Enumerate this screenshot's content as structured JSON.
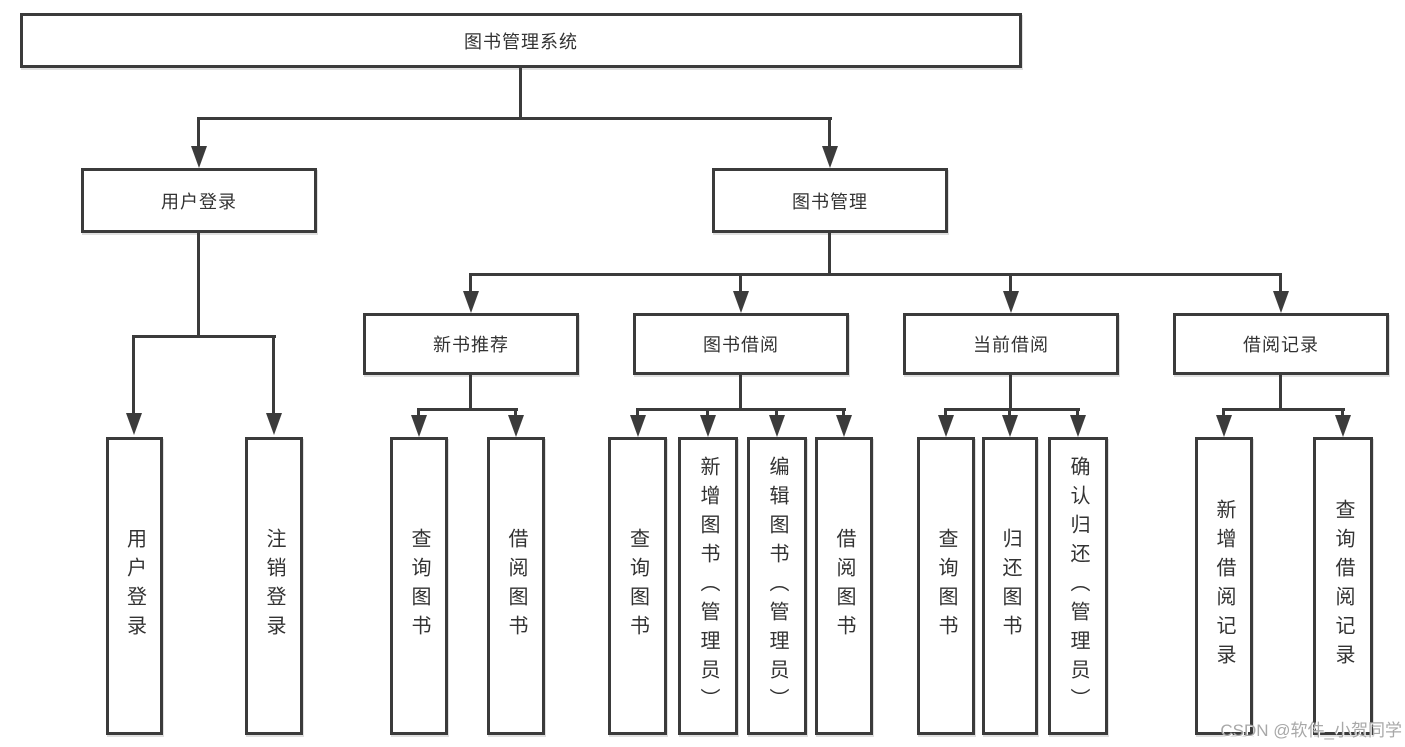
{
  "diagram": {
    "nodes": {
      "root": "图书管理系统",
      "user_login": "用户登录",
      "book_management": "图书管理",
      "new_book_recommend": "新书推荐",
      "book_borrow": "图书借阅",
      "current_borrow": "当前借阅",
      "borrow_records": "借阅记录",
      "leaf_user_login": "用户登录",
      "leaf_logout": "注销登录",
      "leaf_nb_query": "查询图书",
      "leaf_nb_borrow": "借阅图书",
      "leaf_bb_query": "查询图书",
      "leaf_bb_add": "新增图书（管理员）",
      "leaf_bb_edit": "编辑图书（管理员）",
      "leaf_bb_borrow": "借阅图书",
      "leaf_cb_query": "查询图书",
      "leaf_cb_return": "归还图书",
      "leaf_cb_confirm": "确认归还（管理员）",
      "leaf_br_add": "新增借阅记录",
      "leaf_br_query": "查询借阅记录"
    },
    "colors": {
      "line": "#3b3b3b",
      "text": "#333333",
      "background": "#ffffff",
      "watermark": "#a8a8a8"
    },
    "watermark": "CSDN @软件_小贺同学"
  }
}
